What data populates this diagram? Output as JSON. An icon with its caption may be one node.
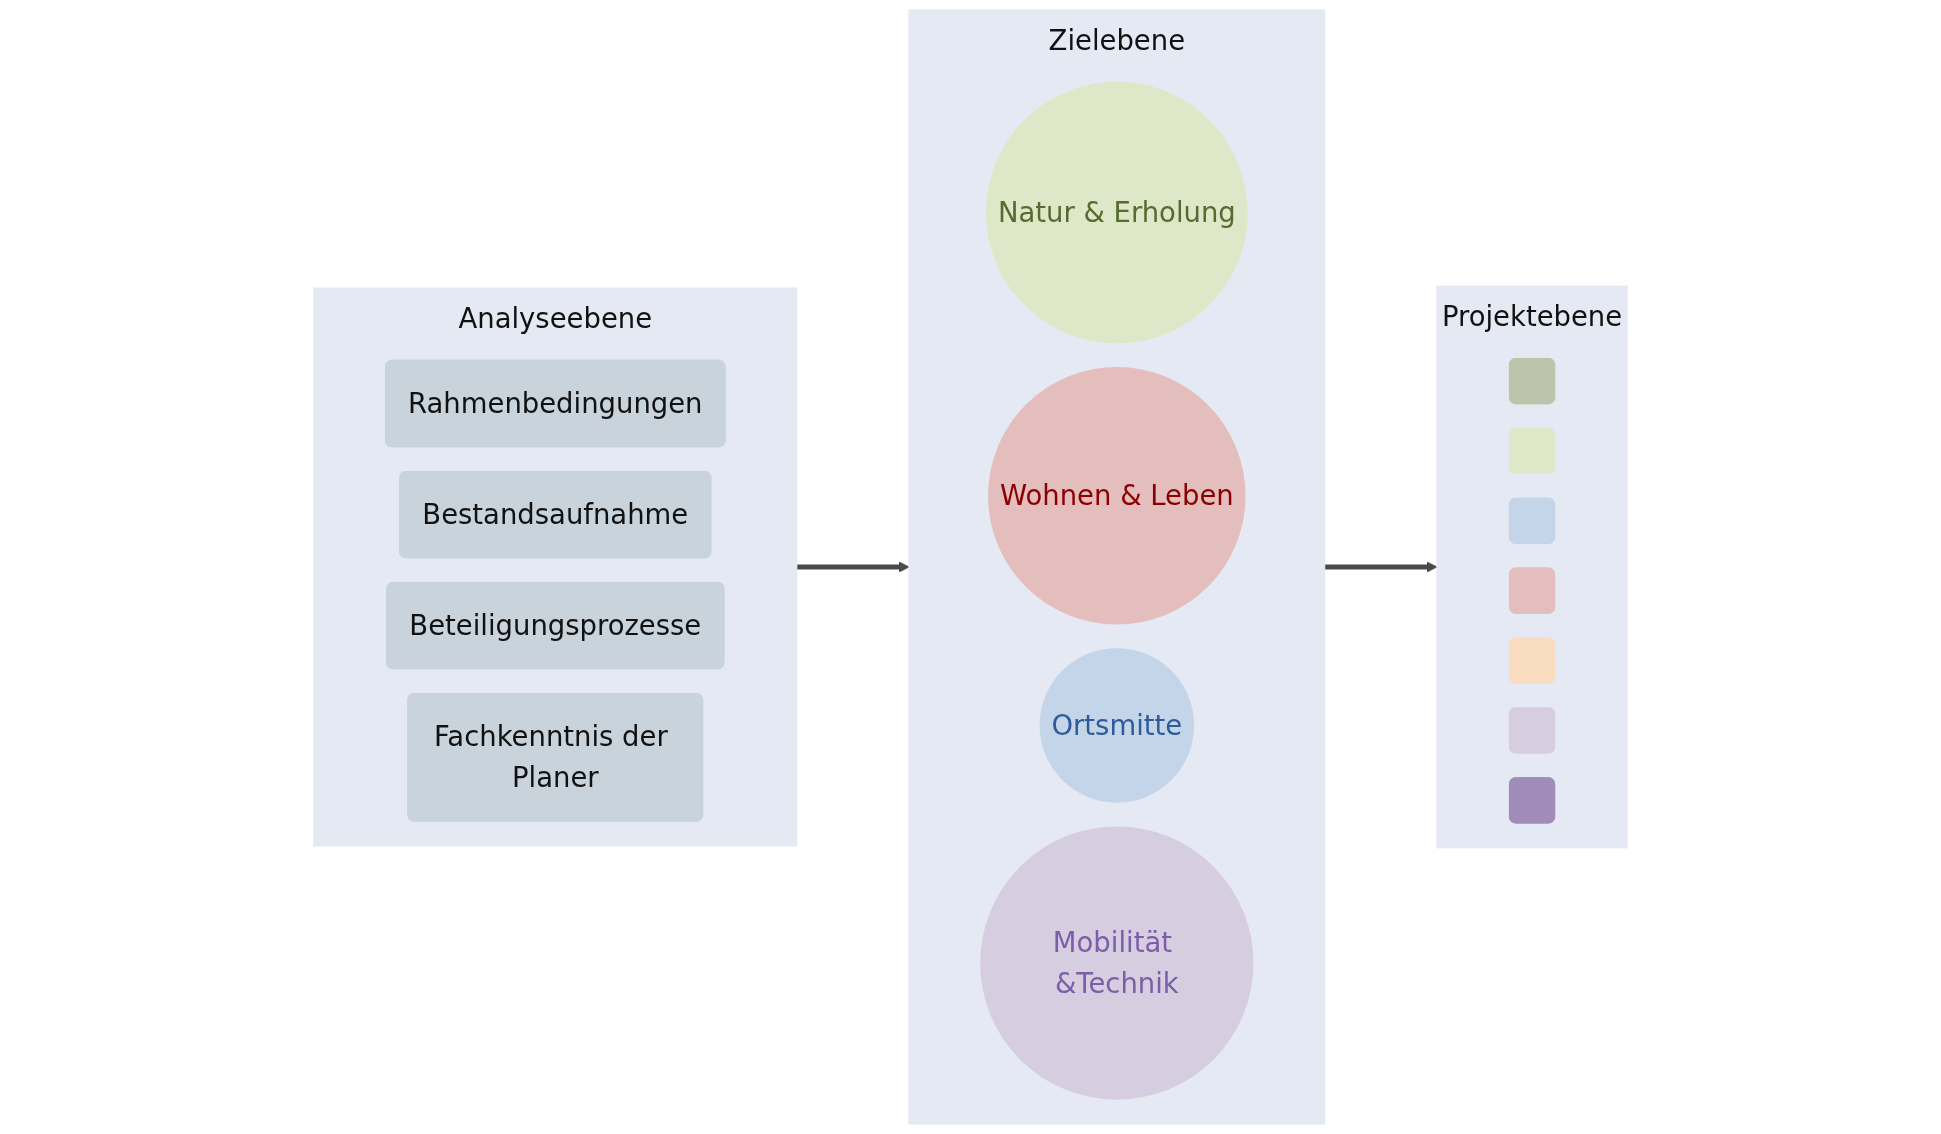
{
  "diagram": {
    "nodes": [
      {
        "text": [
          "Analyseebene"
        ]
      },
      {
        "text": [
          "Rahmenbedingungen"
        ],
        "in": 0
      },
      {
        "text": [
          "Bestandsaufnahme"
        ],
        "in": 0
      },
      {
        "text": [
          "Beteiligungsprozesse"
        ],
        "in": 0
      },
      {
        "text": [
          "Fachkenntnis der Planer"
        ],
        "in": 0
      },
      {
        "text": [
          "Zielebene"
        ]
      },
      {
        "text": [
          "Natur & Erholung"
        ],
        "in": 5
      },
      {
        "text": [
          "Wohnen & Leben"
        ],
        "in": 5
      },
      {
        "text": [
          "Ortsmitte"
        ],
        "in": 5
      },
      {
        "text": [
          "Mobilität &Technik"
        ],
        "in": 5
      },
      {
        "text": [
          "Projektebene"
        ]
      },
      {
        "text": [],
        "shape": "box",
        "in": 10
      },
      {
        "text": [],
        "shape": "box",
        "in": 10
      },
      {
        "text": [],
        "shape": "box",
        "in": 10
      },
      {
        "text": [],
        "shape": "box",
        "in": 10
      },
      {
        "text": [],
        "shape": "box",
        "in": 10
      },
      {
        "text": [],
        "shape": "box",
        "in": 10
      },
      {
        "text": [],
        "shape": "box",
        "in": 10
      }
    ],
    "edges": [
      {
        "from": 0,
        "to": 5,
        "arrow": "to"
      },
      {
        "from": 5,
        "to": 10,
        "arrow": "to"
      }
    ]
  }
}
